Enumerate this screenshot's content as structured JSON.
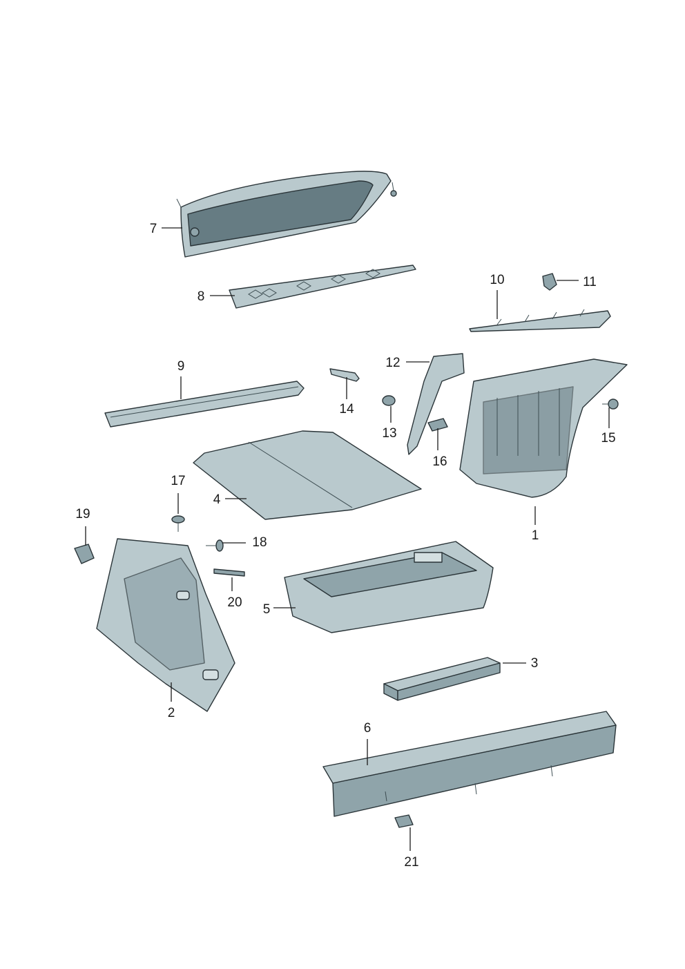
{
  "callouts": [
    {
      "id": "1",
      "label": "1"
    },
    {
      "id": "2",
      "label": "2"
    },
    {
      "id": "3",
      "label": "3"
    },
    {
      "id": "4",
      "label": "4"
    },
    {
      "id": "5",
      "label": "5"
    },
    {
      "id": "6",
      "label": "6"
    },
    {
      "id": "7",
      "label": "7"
    },
    {
      "id": "8",
      "label": "8"
    },
    {
      "id": "9",
      "label": "9"
    },
    {
      "id": "10",
      "label": "10"
    },
    {
      "id": "11",
      "label": "11"
    },
    {
      "id": "12",
      "label": "12"
    },
    {
      "id": "13",
      "label": "13"
    },
    {
      "id": "14",
      "label": "14"
    },
    {
      "id": "15",
      "label": "15"
    },
    {
      "id": "16",
      "label": "16"
    },
    {
      "id": "17",
      "label": "17"
    },
    {
      "id": "18",
      "label": "18"
    },
    {
      "id": "19",
      "label": "19"
    },
    {
      "id": "20",
      "label": "20"
    },
    {
      "id": "21",
      "label": "21"
    }
  ],
  "colors": {
    "part_light": "#b9c9cd",
    "part_mid": "#8fa4aa",
    "part_dark": "#667c83",
    "line": "#1a1a1a"
  }
}
